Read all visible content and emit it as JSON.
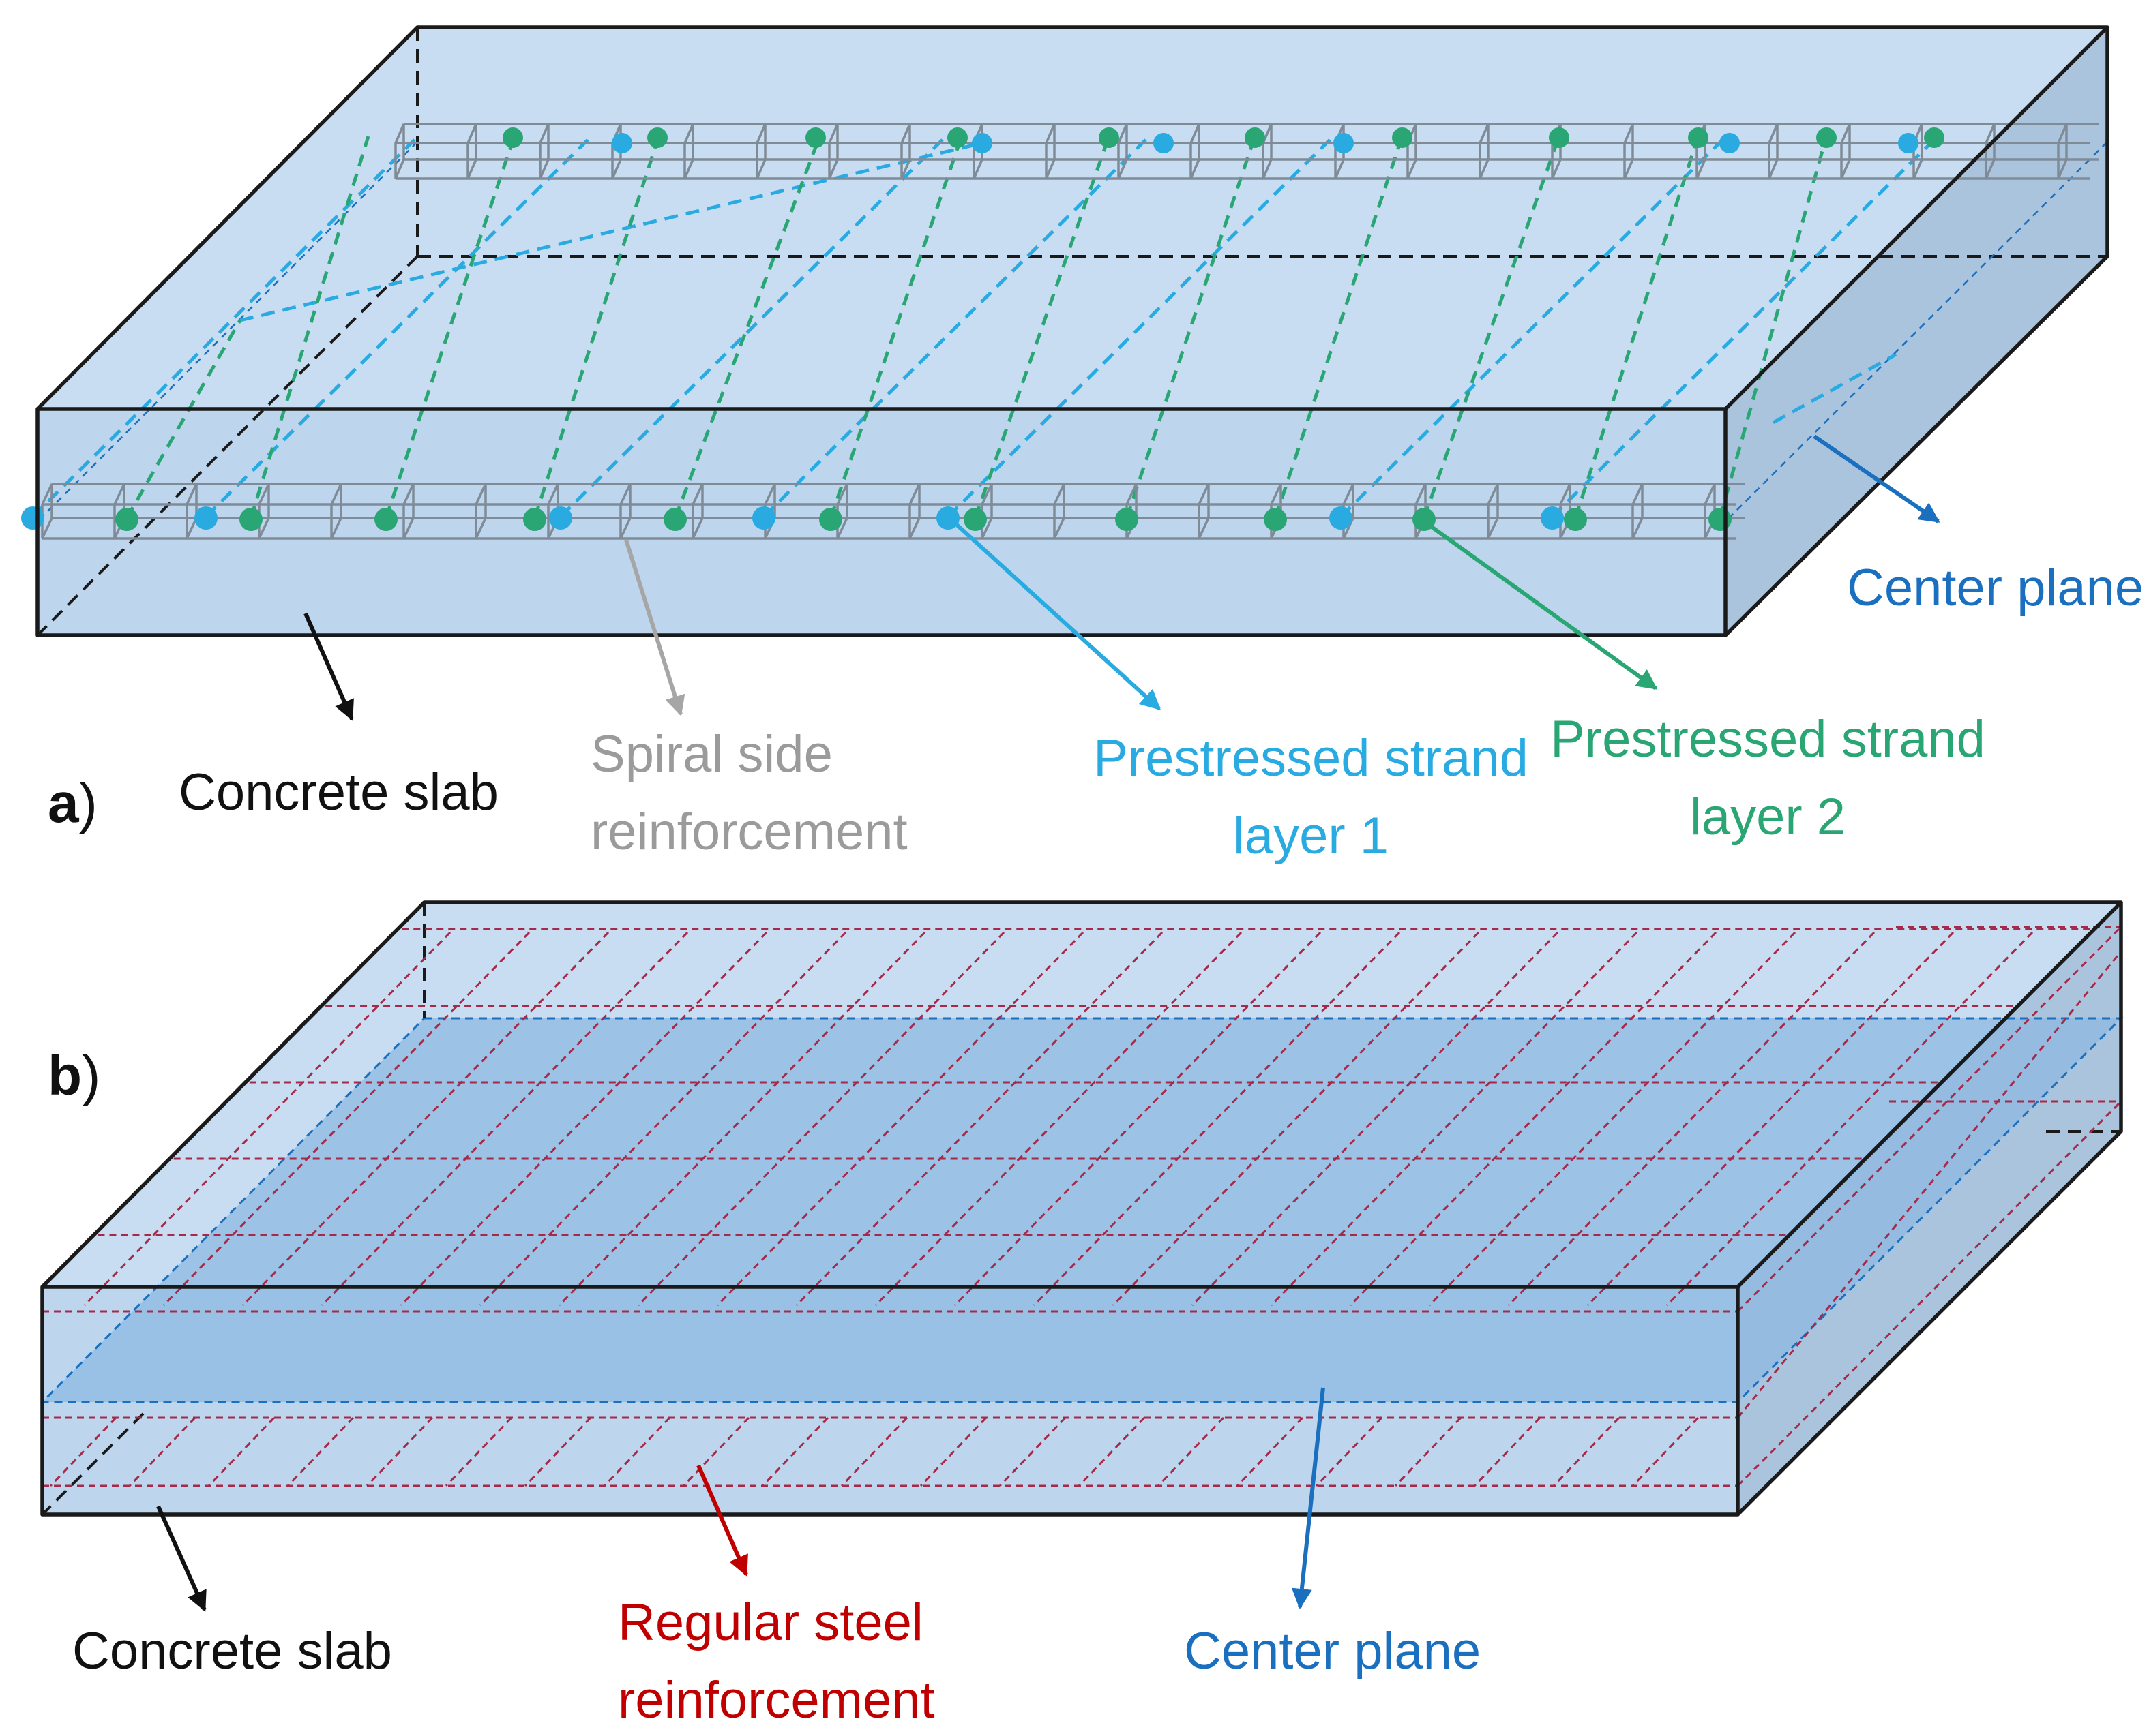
{
  "colors": {
    "concrete_fill": "#bcd5ec",
    "concrete_top": "#c8ddf2",
    "concrete_side": "#a9c3dd",
    "edge": "#1a1a1a",
    "strand_layer_1": "#29abe2",
    "strand_layer_2": "#2aa574",
    "spiral": "#808b98",
    "center_plane": "#1a6fbf",
    "center_plane_fill": "#8eb8e2",
    "steel": "#a52a4a",
    "label_black": "#111111",
    "label_gray": "#9b9b9b",
    "label_light_blue": "#29abe2",
    "label_green": "#2aa574",
    "label_blue": "#1a6fbf",
    "label_red": "#c00000"
  },
  "panel_a": {
    "label": "a",
    "paren": ")",
    "labels": {
      "concrete_slab": "Concrete slab",
      "spiral_line1": "Spiral side",
      "spiral_line2": "reinforcement",
      "strand1_line1": "Prestressed strand",
      "strand1_line2": "layer 1",
      "strand2_line1": "Prestressed strand",
      "strand2_line2": "layer 2",
      "center_plane": "Center plane"
    }
  },
  "panel_b": {
    "label": "b",
    "paren": ")",
    "labels": {
      "concrete_slab": "Concrete slab",
      "steel_line1": "Regular steel",
      "steel_line2": "reinforcement",
      "center_plane": "Center plane"
    }
  }
}
